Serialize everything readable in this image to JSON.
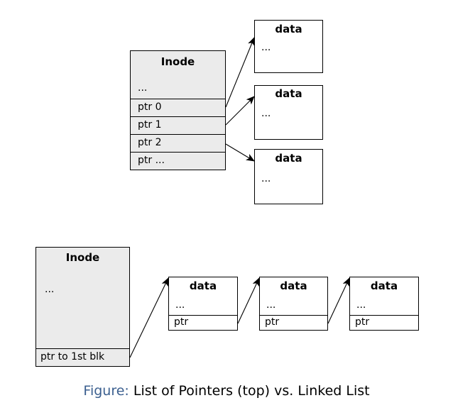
{
  "top_diagram": {
    "inode": {
      "title": "Inode",
      "ellipsis": "...",
      "ptrs": [
        "ptr 0",
        "ptr 1",
        "ptr 2",
        "ptr ..."
      ]
    },
    "data_blocks": [
      {
        "title": "data",
        "ellipsis": "..."
      },
      {
        "title": "data",
        "ellipsis": "..."
      },
      {
        "title": "data",
        "ellipsis": "..."
      }
    ]
  },
  "bottom_diagram": {
    "inode": {
      "title": "Inode",
      "ellipsis": "...",
      "ptr": "ptr to 1st blk"
    },
    "data_blocks": [
      {
        "title": "data",
        "ellipsis": "...",
        "ptr": "ptr"
      },
      {
        "title": "data",
        "ellipsis": "...",
        "ptr": "ptr"
      },
      {
        "title": "data",
        "ellipsis": "...",
        "ptr": "ptr"
      }
    ]
  },
  "caption": {
    "prefix": "Figure:",
    "text": "List of Pointers (top) vs. Linked List"
  },
  "colors": {
    "inode_fill": "#ebebeb",
    "caption_prefix": "#3b5f8f"
  }
}
